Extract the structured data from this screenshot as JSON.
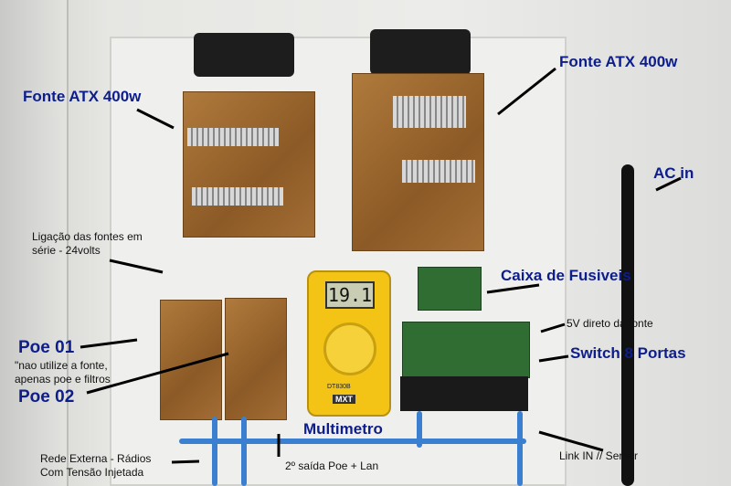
{
  "labels": {
    "fonte_left": "Fonte ATX 400w",
    "fonte_right": "Fonte ATX 400w",
    "ac_in": "AC in",
    "ligacao_line1": "Ligação das fontes em",
    "ligacao_line2": "série - 24volts",
    "caixa_fusiveis": "Caixa de Fusiveis",
    "cinco_v": "5V direto da fonte",
    "switch": "Switch 8 Portas",
    "poe01": "Poe 01",
    "poe_note_line1": "\"nao utilize a fonte,",
    "poe_note_line2": "apenas poe e filtros",
    "poe02": "Poe 02",
    "multimetro": "Multimetro",
    "rede_line1": "Rede Externa - Rádios",
    "rede_line2": "Com Tensão Injetada",
    "segunda_saida": "2º saída Poe + Lan",
    "link_in": "Link IN // Server"
  },
  "multimeter": {
    "display": "19.1",
    "brand": "MXT",
    "model": "DT830B"
  }
}
